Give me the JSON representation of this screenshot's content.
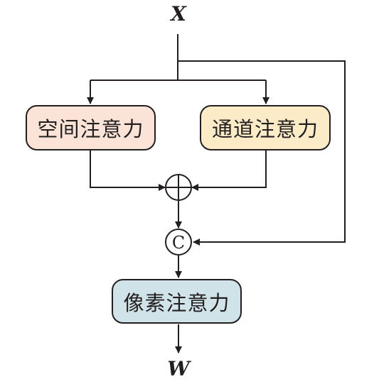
{
  "diagram": {
    "input_label": "X",
    "output_label": "W",
    "modules": {
      "spatial_attention": "空间注意力",
      "channel_attention": "通道注意力",
      "pixel_attention": "像素注意力"
    },
    "operators": {
      "add_symbol": "⊕",
      "concat_symbol": "C"
    },
    "colors": {
      "spatial_fill": "#fbe3d8",
      "channel_fill": "#fbebc7",
      "pixel_fill": "#cfe3e9",
      "stroke": "#231f20"
    }
  }
}
